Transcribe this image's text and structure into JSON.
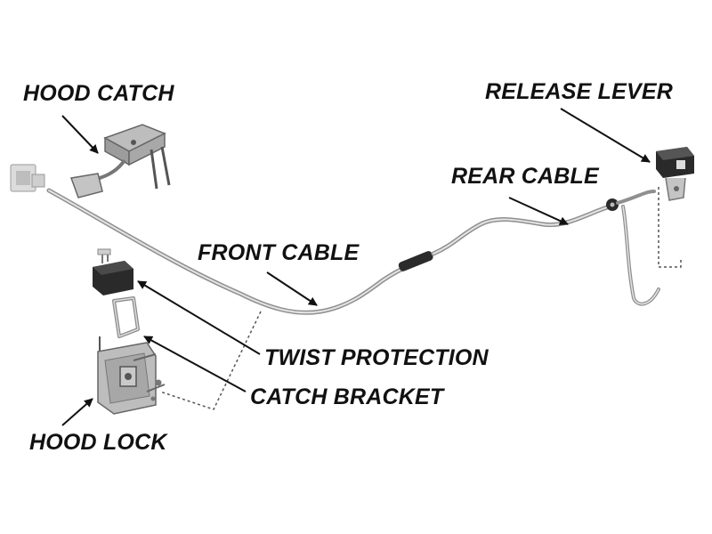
{
  "labels": {
    "hood_catch": "HOOD CATCH",
    "release_lever": "RELEASE LEVER",
    "rear_cable": "REAR CABLE",
    "front_cable": "FRONT CABLE",
    "twist_protection": "TWIST PROTECTION",
    "catch_bracket": "CATCH BRACKET",
    "hood_lock": "HOOD LOCK"
  },
  "colors": {
    "text": "#111111",
    "arrow": "#111111",
    "cable": "#9a9a9a",
    "cable_highlight": "#e2e2e2",
    "part_dark": "#2b2b2b",
    "part_light": "#c9c9c9"
  }
}
